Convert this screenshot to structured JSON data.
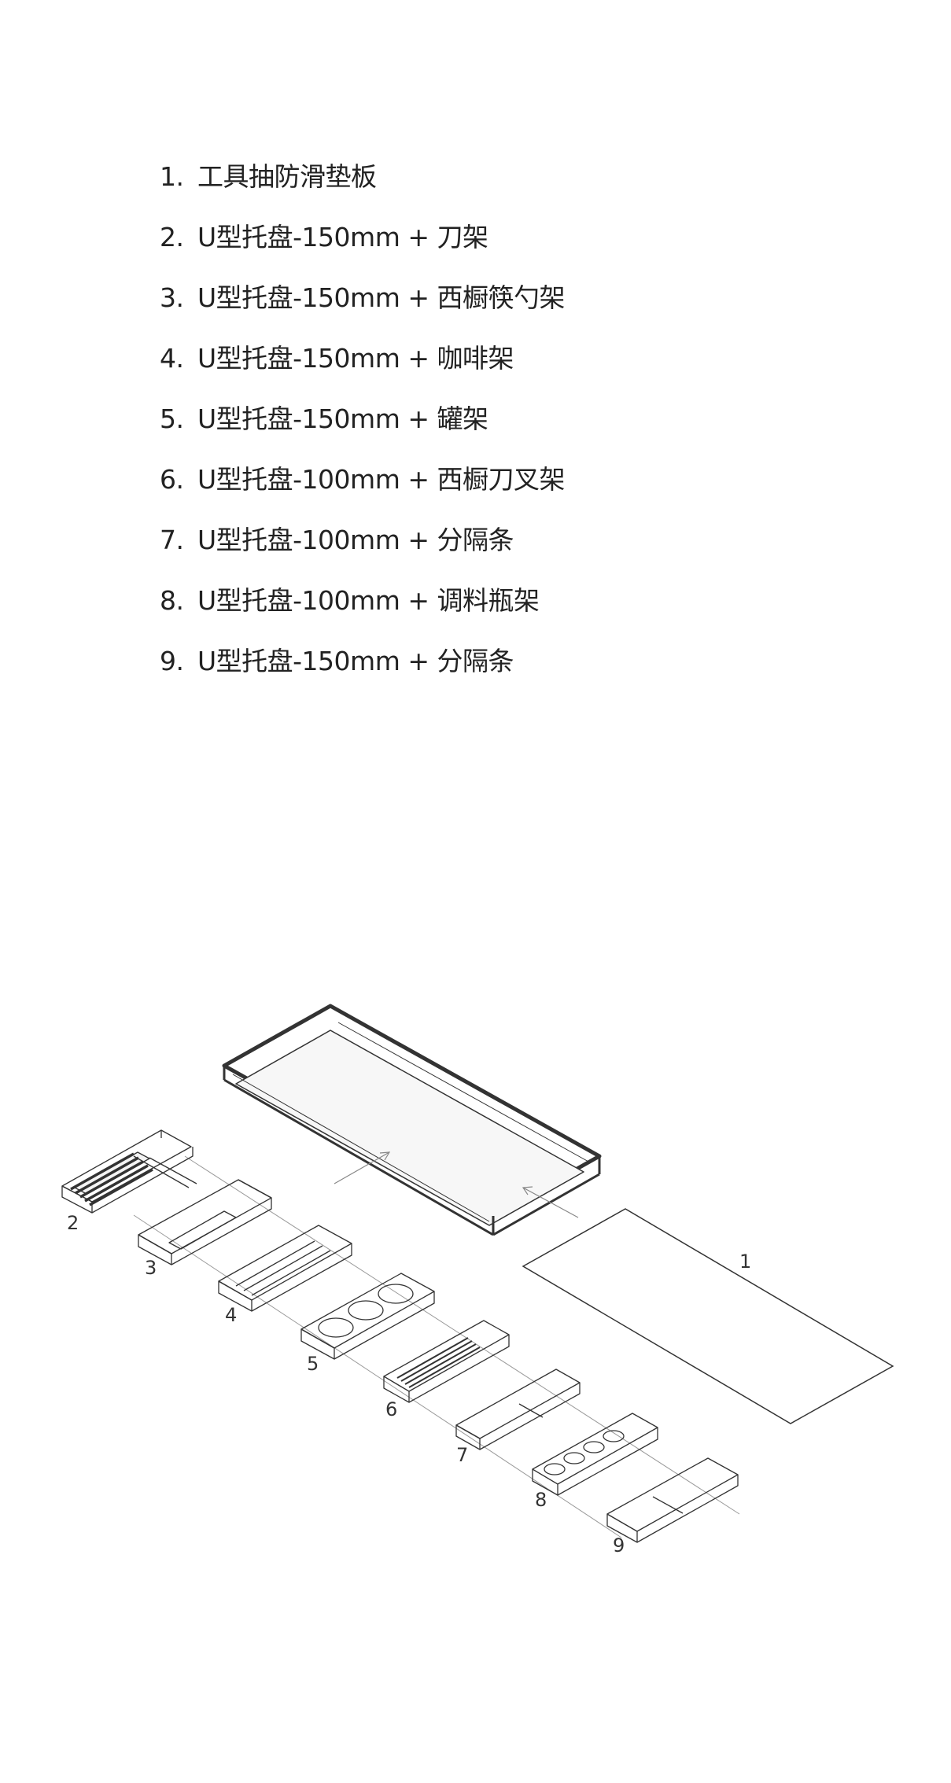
{
  "parts": [
    {
      "num": "1.",
      "label": "工具抽防滑垫板"
    },
    {
      "num": "2.",
      "label": "U型托盘-150mm + 刀架"
    },
    {
      "num": "3.",
      "label": "U型托盘-150mm + 西橱筷勺架"
    },
    {
      "num": "4.",
      "label": "U型托盘-150mm + 咖啡架"
    },
    {
      "num": "5.",
      "label": "U型托盘-150mm + 罐架"
    },
    {
      "num": "6.",
      "label": "U型托盘-100mm + 西橱刀叉架"
    },
    {
      "num": "7.",
      "label": "U型托盘-100mm + 分隔条"
    },
    {
      "num": "8.",
      "label": "U型托盘-100mm + 调料瓶架"
    },
    {
      "num": "9.",
      "label": "U型托盘-150mm + 分隔条"
    }
  ],
  "callouts": [
    "1",
    "2",
    "3",
    "4",
    "5",
    "6",
    "7",
    "8",
    "9"
  ],
  "colors": {
    "line": "#333333",
    "text": "#222222",
    "background": "#ffffff"
  }
}
